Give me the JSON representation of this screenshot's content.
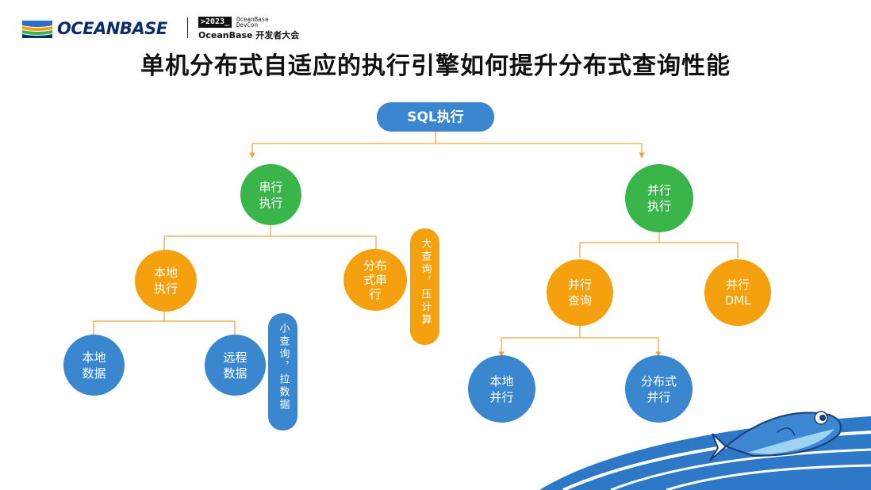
{
  "header": {
    "logo_text": "OCEANBASE",
    "event_year": ">2023_",
    "event_line1": "OceanBase",
    "event_line2": "DevCon",
    "event_subtitle": "OceanBase 开发者大会"
  },
  "title": "单机分布式自适应的执行引擎如何提升分布式查询性能",
  "nodes": {
    "root": "SQL执行",
    "serial": "串行\n执行",
    "parallel": "并行\n执行",
    "local_exec": "本地\n执行",
    "dist_serial": "分布\n式串\n行",
    "local_data": "本地\n数据",
    "remote_data": "远程\n数据",
    "parallel_query": "并行\n查询",
    "parallel_dml": "并行\nDML",
    "local_parallel": "本地\n并行",
    "dist_parallel": "分布式\n并行"
  },
  "tags": {
    "small_query": "小查询，拉数据",
    "big_query": "大查询，压计算"
  },
  "colors": {
    "blue": "#3a87d0",
    "green": "#39b54a",
    "orange": "#f5a10f",
    "connector": "#f0a33a"
  }
}
